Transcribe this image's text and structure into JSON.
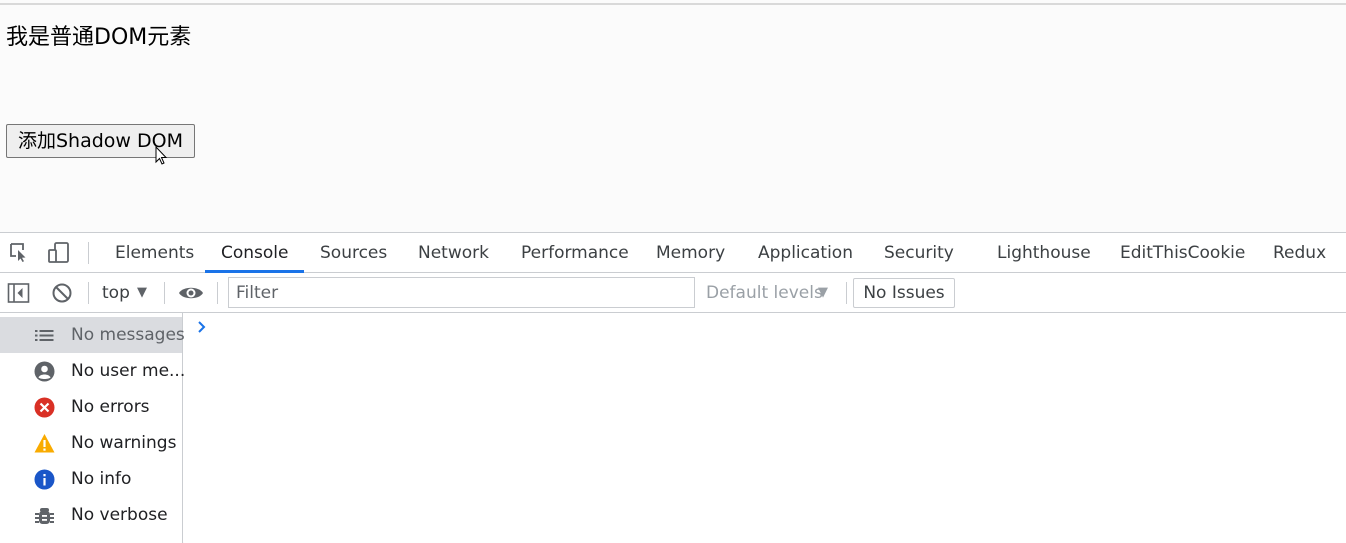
{
  "page": {
    "text": "我是普通DOM元素",
    "button_label": "添加Shadow DOM"
  },
  "devtools": {
    "tabs": [
      {
        "label": "Elements"
      },
      {
        "label": "Console"
      },
      {
        "label": "Sources"
      },
      {
        "label": "Network"
      },
      {
        "label": "Performance"
      },
      {
        "label": "Memory"
      },
      {
        "label": "Application"
      },
      {
        "label": "Security"
      },
      {
        "label": "Lighthouse"
      },
      {
        "label": "EditThisCookie"
      },
      {
        "label": "Redux"
      }
    ],
    "active_tab": "Console",
    "toolbar": {
      "context": "top",
      "filter_placeholder": "Filter",
      "levels": "Default levels",
      "issues": "No Issues"
    },
    "sidebar": [
      {
        "label": "No messages",
        "icon": "list-icon"
      },
      {
        "label": "No user me...",
        "icon": "user-icon"
      },
      {
        "label": "No errors",
        "icon": "error-icon"
      },
      {
        "label": "No warnings",
        "icon": "warning-icon"
      },
      {
        "label": "No info",
        "icon": "info-icon"
      },
      {
        "label": "No verbose",
        "icon": "bug-icon"
      }
    ],
    "colors": {
      "accent": "#1a73e8",
      "error": "#d93025",
      "warning": "#f9ab00",
      "info": "#1a73e8"
    }
  }
}
